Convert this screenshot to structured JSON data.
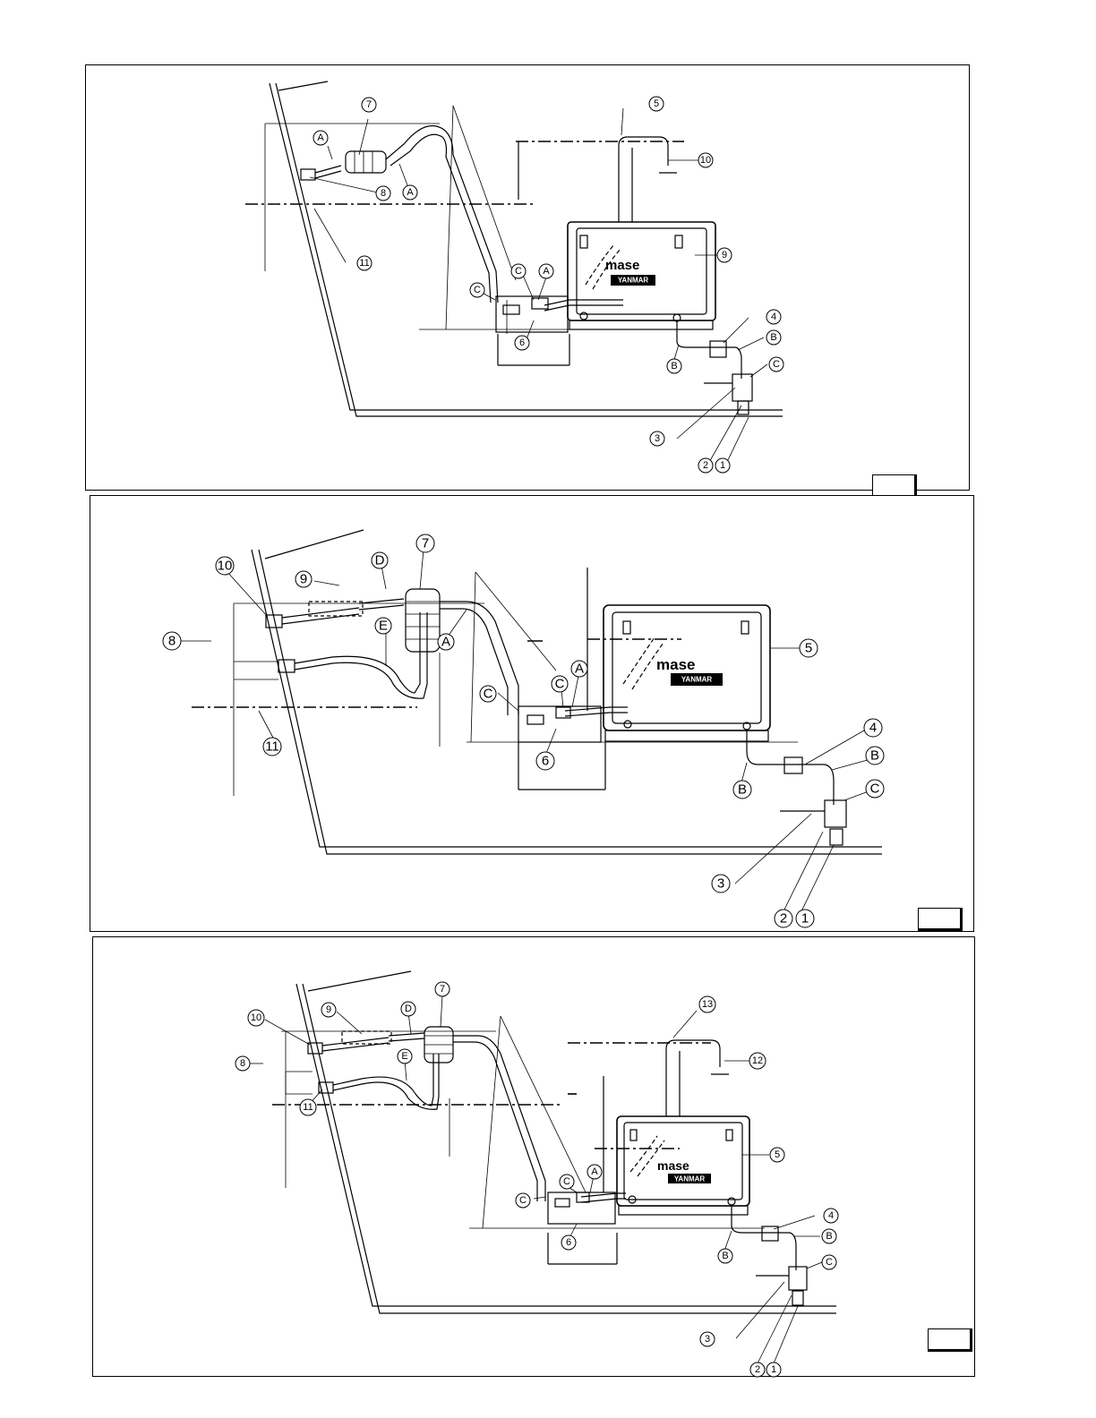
{
  "brand": {
    "logo_text": "mase",
    "engine_badge": "YANMAR"
  },
  "panel_1": {
    "callouts": {
      "c1": "1",
      "c2": "2",
      "c3": "3",
      "c4": "4",
      "c5": "5",
      "c6": "6",
      "c7": "7",
      "c8": "8",
      "c9": "9",
      "c10": "10",
      "c11": "11",
      "cA1": "A",
      "cA2": "A",
      "cA3": "A",
      "cB1": "B",
      "cB2": "B",
      "cC1": "C",
      "cC2": "C",
      "cC3": "C"
    }
  },
  "panel_2": {
    "callouts": {
      "c1": "1",
      "c2": "2",
      "c3": "3",
      "c4": "4",
      "c5": "5",
      "c6": "6",
      "c7": "7",
      "c8": "8",
      "c9": "9",
      "c10": "10",
      "c11": "11",
      "cA1": "A",
      "cA2": "A",
      "cB1": "B",
      "cB2": "B",
      "cC1": "C",
      "cC2": "C",
      "cC3": "C",
      "cD": "D",
      "cE": "E"
    }
  },
  "panel_3": {
    "callouts": {
      "c1": "1",
      "c2": "2",
      "c3": "3",
      "c4": "4",
      "c5": "5",
      "c6": "6",
      "c7": "7",
      "c8": "8",
      "c9": "9",
      "c10": "10",
      "c11": "11",
      "c12": "12",
      "c13": "13",
      "cA": "A",
      "cB1": "B",
      "cB2": "B",
      "cC1": "C",
      "cC2": "C",
      "cC3": "C",
      "cD": "D",
      "cE": "E"
    }
  }
}
